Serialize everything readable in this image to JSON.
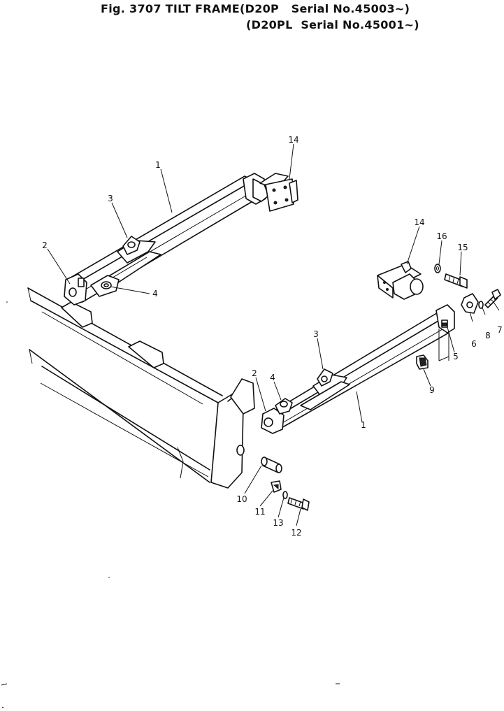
{
  "title": {
    "line1": "Fig. 3707 TILT FRAME(D20P   Serial No.45003~)",
    "line2": "(D20PL  Serial No.45001~)"
  },
  "callouts": {
    "c1a": "1",
    "c14a": "14",
    "c3a": "3",
    "c2a": "2",
    "c4a": "4",
    "c14b": "14",
    "c16": "16",
    "c15": "15",
    "c7": "7",
    "c8": "8",
    "c6": "6",
    "c5": "5",
    "c9": "9",
    "c3b": "3",
    "c4b": "4",
    "c2b": "2",
    "c1b": "1",
    "c10": "10",
    "c11": "11",
    "c13": "13",
    "c12": "12"
  },
  "components": {
    "1": "tilt-frame",
    "2": "pivot-end",
    "3": "bracket",
    "4": "lower-bracket",
    "5": "pin",
    "6": "cap",
    "7": "bolt",
    "8": "washer",
    "9": "block",
    "10": "pin",
    "11": "lock-plate",
    "12": "bolt",
    "13": "washer",
    "14": "mounting-bracket",
    "15": "bolt",
    "16": "washer"
  }
}
